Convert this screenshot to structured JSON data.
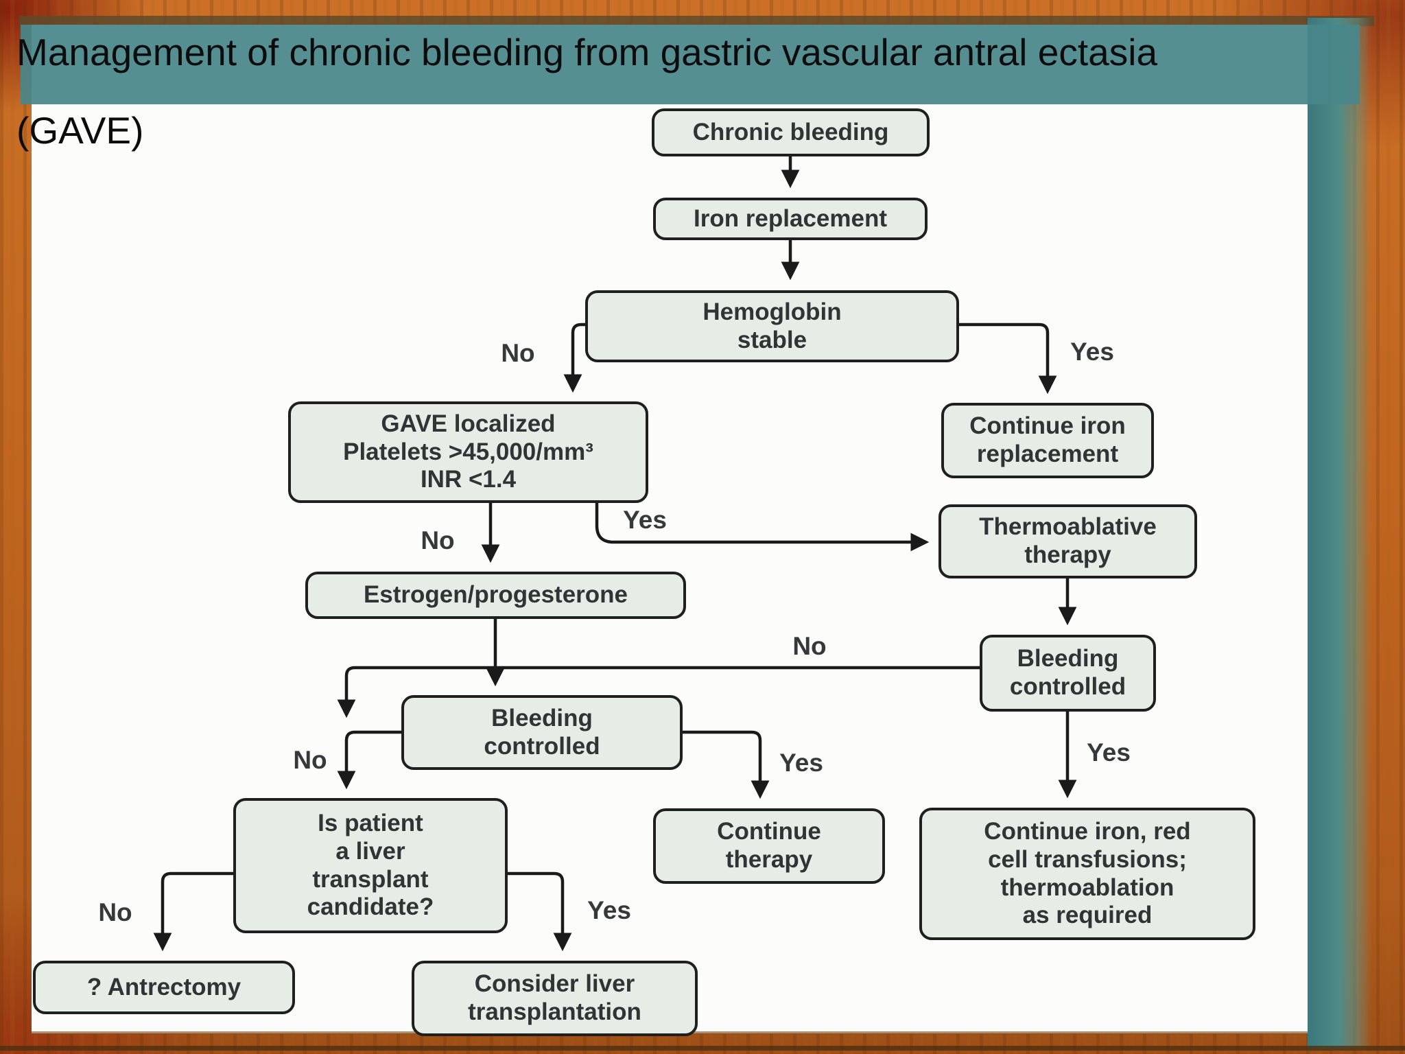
{
  "title": {
    "line1": "Management of chronic bleeding from gastric vascular antral ectasia",
    "line2": "(GAVE)"
  },
  "colors": {
    "node_fill": "#e6ede6",
    "node_border": "#1f1f1f",
    "arrow": "#1a1a1a",
    "frame_orange": "#c1661f",
    "title_band_teal": "#48868a"
  },
  "flowchart": {
    "nodes": {
      "chronic": {
        "label": "Chronic bleeding"
      },
      "iron": {
        "label": "Iron replacement"
      },
      "hemoglobin": {
        "label": "Hemoglobin\nstable"
      },
      "gave": {
        "label": "GAVE localized\nPlatelets >45,000/mm³\nINR <1.4"
      },
      "continue_iron": {
        "label": "Continue iron\nreplacement"
      },
      "thermoablative": {
        "label": "Thermoablative\ntherapy"
      },
      "bleeding_right": {
        "label": "Bleeding\ncontrolled"
      },
      "estrogen": {
        "label": "Estrogen/progesterone"
      },
      "bleeding_center": {
        "label": "Bleeding\ncontrolled"
      },
      "continue_therapy": {
        "label": "Continue\ntherapy"
      },
      "is_patient": {
        "label": "Is patient\na liver\ntransplant\ncandidate?"
      },
      "antrectomy": {
        "label": "? Antrectomy"
      },
      "consider_liver": {
        "label": "Consider liver\ntransplantation"
      },
      "continue_iron_red": {
        "label": "Continue iron, red\ncell transfusions;\nthermoablation\nas required"
      }
    },
    "edge_labels": {
      "no_hemoglobin": "No",
      "yes_hemoglobin": "Yes",
      "no_gave": "No",
      "yes_gave": "Yes",
      "no_long": "No",
      "no_center": "No",
      "yes_center": "Yes",
      "yes_right": "Yes",
      "no_is_patient": "No",
      "yes_is_patient": "Yes"
    }
  }
}
